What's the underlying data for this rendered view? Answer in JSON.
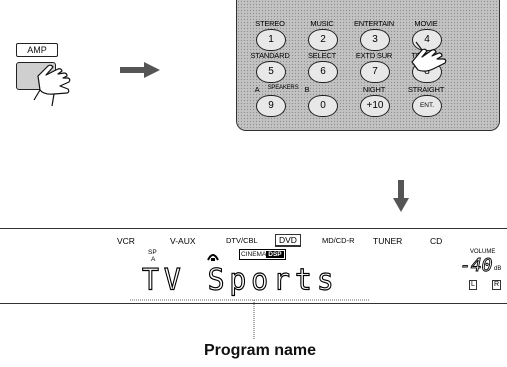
{
  "amp": {
    "label": "AMP"
  },
  "remote": {
    "row1_labels": [
      "STEREO",
      "MUSIC",
      "ENTERTAIN",
      "MOVIE"
    ],
    "row1_buttons": [
      "1",
      "2",
      "3",
      "4"
    ],
    "row2_labels": [
      "STANDARD",
      "SELECT",
      "EXTD SUR",
      "TEST ST"
    ],
    "row2_buttons": [
      "5",
      "6",
      "7",
      "8"
    ],
    "row3_labels": [
      "A",
      "SPEAKERS",
      "B",
      "NIGHT",
      "STRAIGHT"
    ],
    "row3_buttons": [
      "9",
      "0",
      "+10",
      "ENT."
    ]
  },
  "display": {
    "sources": [
      "VCR",
      "V-AUX",
      "DTV/CBL",
      "DVD",
      "MD/CD-R",
      "TUNER",
      "CD"
    ],
    "sp_label": "SP",
    "sp_sub": "A",
    "cinema_label": "CINEMA",
    "dsp_label": "DSP",
    "program_text": "TV Sports",
    "volume_label": "VOLUME",
    "volume_value": "-40",
    "volume_unit": "dB",
    "left_indicator": "L",
    "right_indicator": "R"
  },
  "caption": "Program name",
  "colors": {
    "remote_body": "#c2c2c2",
    "arrow": "#555555"
  }
}
